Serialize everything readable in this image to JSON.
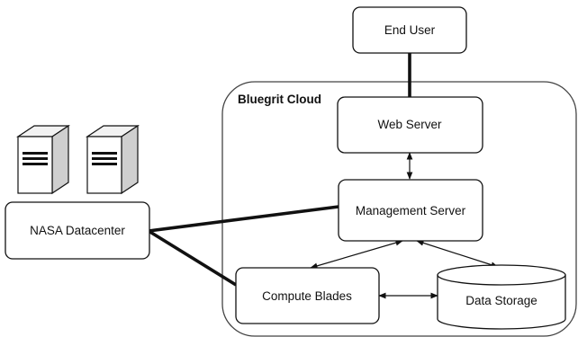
{
  "diagram": {
    "cloud_label": "Bluegrit Cloud",
    "nodes": {
      "end_user": "End User",
      "web_server": "Web Server",
      "management_server": "Management Server",
      "nasa_datacenter": "NASA Datacenter",
      "compute_blades": "Compute Blades",
      "data_storage": "Data Storage"
    },
    "connections": [
      {
        "from": "End User",
        "to": "Web Server",
        "style": "thick"
      },
      {
        "from": "Web Server",
        "to": "Management Server",
        "style": "double-arrow"
      },
      {
        "from": "NASA Datacenter",
        "to": "Management Server",
        "style": "thick"
      },
      {
        "from": "NASA Datacenter",
        "to": "Compute Blades",
        "style": "thick"
      },
      {
        "from": "Management Server",
        "to": "Compute Blades",
        "style": "double-arrow"
      },
      {
        "from": "Management Server",
        "to": "Data Storage",
        "style": "double-arrow"
      },
      {
        "from": "Compute Blades",
        "to": "Data Storage",
        "style": "double-arrow"
      }
    ],
    "icons": [
      "server-tower-icon",
      "server-tower-icon"
    ],
    "colors": {
      "stroke": "#111111",
      "fill": "#ffffff",
      "server_side": "#cfcfcf"
    }
  }
}
